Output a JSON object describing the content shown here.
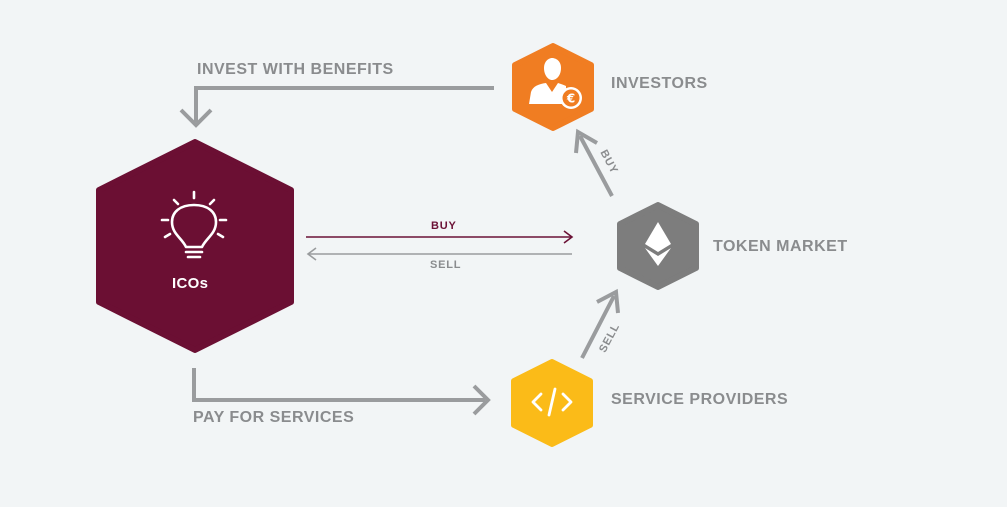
{
  "nodes": {
    "icos": {
      "label": "ICOs",
      "color": "#6b0f33",
      "icon": "lightbulb-icon"
    },
    "investors": {
      "label": "INVESTORS",
      "color": "#f07d22",
      "icon": "investor-euro-icon"
    },
    "token_market": {
      "label": "TOKEN MARKET",
      "color": "#7d7d7d",
      "icon": "ethereum-icon"
    },
    "service_providers": {
      "label": "SERVICE PROVIDERS",
      "color": "#fbbb18",
      "icon": "code-icon"
    }
  },
  "edges": {
    "invest_with_benefits": "INVEST WITH BENEFITS",
    "pay_for_services": "PAY FOR SERVICES",
    "buy_icos_to_market": "BUY",
    "sell_market_to_icos": "SELL",
    "buy_market_to_investors": "BUY",
    "sell_providers_to_market": "SELL"
  },
  "colors": {
    "background": "#f2f5f6",
    "arrow_gray": "#9a9c9e",
    "label_gray": "#8a8c8e",
    "buy_arrow": "#6b1236"
  }
}
